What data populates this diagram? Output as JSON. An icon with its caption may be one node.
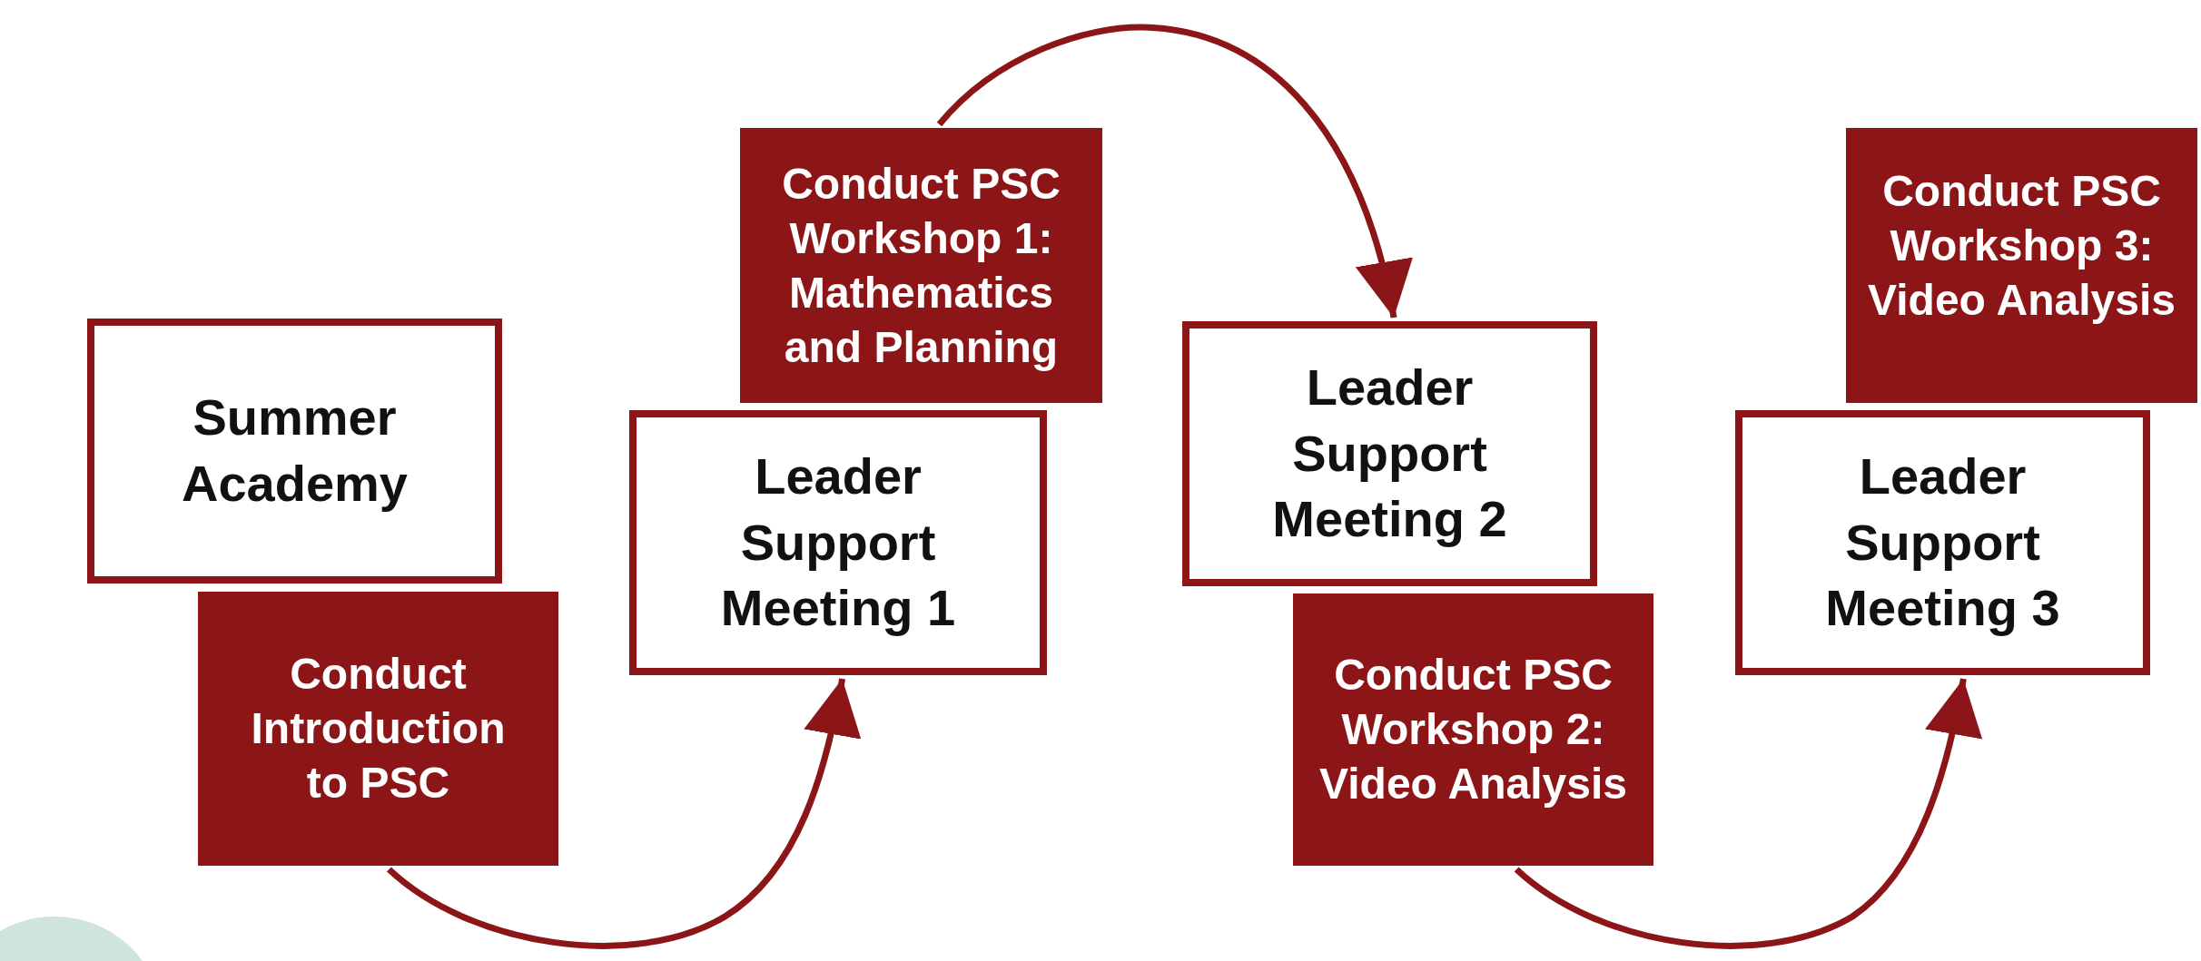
{
  "diagram": {
    "nodes": [
      {
        "text": [
          "Summer Academy"
        ]
      },
      {
        "text": [
          "Conduct Introduction to PSC"
        ]
      },
      {
        "text": [
          "Leader Support Meeting 1"
        ]
      },
      {
        "text": [
          "Conduct PSC Workshop 1: Mathematics and Planning"
        ]
      },
      {
        "text": [
          "Leader Support Meeting 2"
        ]
      },
      {
        "text": [
          "Conduct PSC Workshop 2: Video Analysis"
        ]
      },
      {
        "text": [
          "Leader Support Meeting 3"
        ]
      },
      {
        "text": [
          "Conduct PSC Workshop 3: Video Analysis"
        ]
      }
    ],
    "edges": [
      {
        "from": 1,
        "to": 2,
        "arrow": "to"
      },
      {
        "from": 3,
        "to": 4,
        "arrow": "to"
      },
      {
        "from": 5,
        "to": 6,
        "arrow": "to"
      }
    ]
  }
}
